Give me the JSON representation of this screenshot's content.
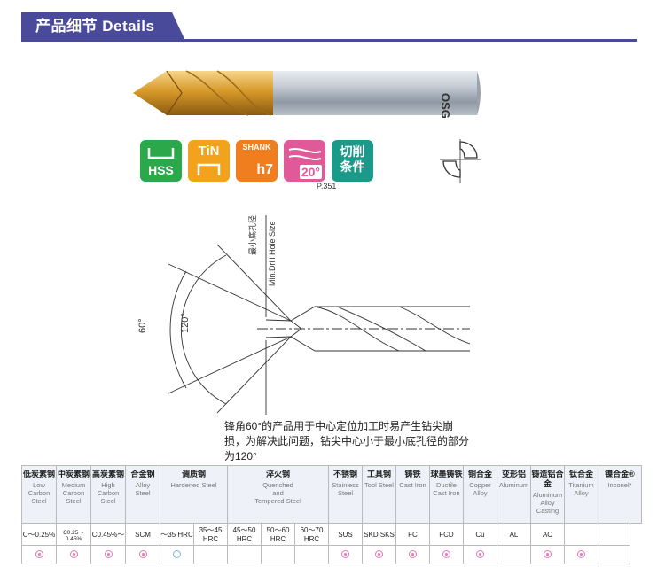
{
  "header": {
    "title": "产品细节 Details"
  },
  "product": {
    "brand_mark": "OSG",
    "badges": [
      {
        "label": "HSS",
        "icon": "hss-material-icon",
        "color": "#2aa84a"
      },
      {
        "label": "TiN",
        "icon": "tin-coating-icon",
        "color": "#f2a21b"
      },
      {
        "top": "SHANK",
        "label": "h7",
        "icon": "shank-tolerance-icon",
        "color": "#f07e1e"
      },
      {
        "label": "20°",
        "icon": "helix-angle-icon",
        "color": "#e05a9a"
      },
      {
        "label": "切削条件",
        "line1": "切削",
        "line2": "条件",
        "icon": "cutting-conditions-icon",
        "color": "#1b9a8a"
      }
    ],
    "page_ref": "P.351"
  },
  "diagram": {
    "label_vertical_cn": "最小底孔径",
    "label_vertical_en": "Min.Drill Hole Size",
    "angle_60": "60°",
    "angle_120": "120°"
  },
  "description": "锋角60°的产品用于中心定位加工时易产生钻尖崩损，为解决此问题，钻尖中心小于最小底孔径的部分为120°",
  "materials": {
    "headers": [
      {
        "cn": "低炭素钢",
        "en": [
          "Low",
          "Carbon",
          "Steel"
        ]
      },
      {
        "cn": "中炭素钢",
        "en": [
          "Medium",
          "Carbon",
          "Steel"
        ]
      },
      {
        "cn": "高炭素钢",
        "en": [
          "High",
          "Carbon",
          "Steel"
        ]
      },
      {
        "cn": "合金钢",
        "en": [
          "Alloy",
          "Steel"
        ]
      },
      {
        "cn": "调质钢",
        "en": [
          "Hardened Steel"
        ]
      },
      {
        "cn": "淬火钢",
        "en": [
          "Quenched",
          "and",
          "Tempered Steel"
        ]
      },
      {
        "cn": "不锈钢",
        "en": [
          "Stainless",
          "Steel"
        ]
      },
      {
        "cn": "工具钢",
        "en": [
          "Tool Steel"
        ]
      },
      {
        "cn": "铸铁",
        "en": [
          "Cast Iron"
        ]
      },
      {
        "cn": "球墨铸铁",
        "en": [
          "Ductile",
          "Cast Iron"
        ]
      },
      {
        "cn": "铜合金",
        "en": [
          "Copper",
          "Alloy"
        ]
      },
      {
        "cn": "变形铝",
        "en": [
          "Aluminum"
        ]
      },
      {
        "cn": "铸造铝合金",
        "en": [
          "Aluminum",
          "Alloy",
          "Casting"
        ]
      },
      {
        "cn": "钛合金",
        "en": [
          "Titanium",
          "Alloy"
        ]
      },
      {
        "cn": "镍合金®",
        "en": [
          "Inconel*"
        ]
      }
    ],
    "values": [
      "C～0.25%",
      "C0.25～0.45%",
      "C0.45%～",
      "SCM",
      "～35 HRC",
      "35～45 HRC",
      "45～50 HRC",
      "50～60 HRC",
      "60～70 HRC",
      "SUS",
      "SKD SKS",
      "FC",
      "FCD",
      "Cu",
      "AL",
      "AC",
      "",
      ""
    ],
    "suitability": [
      "good",
      "good",
      "good",
      "good",
      "fair",
      "",
      "",
      "",
      "",
      "good",
      "good",
      "good",
      "good",
      "good",
      "",
      "good",
      "good",
      ""
    ]
  }
}
